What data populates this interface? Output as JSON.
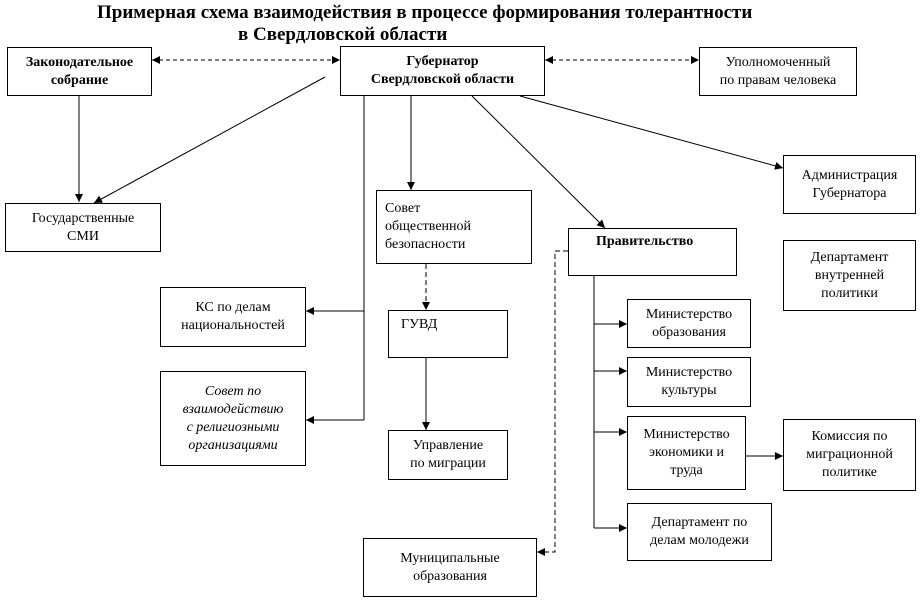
{
  "title": {
    "line1": "Примерная схема взаимодействия в процессе формирования толерантности",
    "line2": "в   Свердловской области"
  },
  "nodes": {
    "legislative": "Законодательное\nсобрание",
    "governor": "Губернатор\nСвердловской области",
    "ombudsman": "Уполномоченный\nпо правам человека",
    "state_media": "Государственные\nСМИ",
    "security_council": "Совет\nобщественной\nбезопасности",
    "administration": "Администрация\nГубернатора",
    "government": "Правительство",
    "internal_policy_dept": "Департамент\nвнутренней\nполитики",
    "ks_nationalities": "КС по делам\nнациональностей",
    "guvd": "ГУВД",
    "ministry_education": "Министерство\nобразования",
    "religious_council": "Совет по\nвзаимодействию\nс религиозными\nорганизациями",
    "ministry_culture": "Министерство\nкультуры",
    "ministry_economy": "Министерство\nэкономики и\nтруда",
    "migration_commission": "Комиссия по\nмиграционной\nполитике",
    "migration_office": "Управление\nпо миграции",
    "youth_dept": "Департамент по\nделам молодежи",
    "municipalities": "Муниципальные\nобразования"
  }
}
